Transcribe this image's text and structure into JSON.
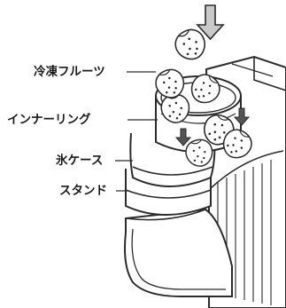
{
  "labels": {
    "frozen_fruit": "冷凍フルーツ",
    "inner_ring": "インナーリング",
    "ice_case": "氷ケース",
    "stand": "スタンド"
  },
  "colors": {
    "line": "#2b2b2b",
    "fill": "#ffffff",
    "arrow": "#b5b5b5",
    "arrow_dark": "#555555",
    "shade": "#e6e6e6"
  },
  "icons": {
    "down_arrow": "down-arrow-icon",
    "strawberry": "strawberry-icon"
  }
}
